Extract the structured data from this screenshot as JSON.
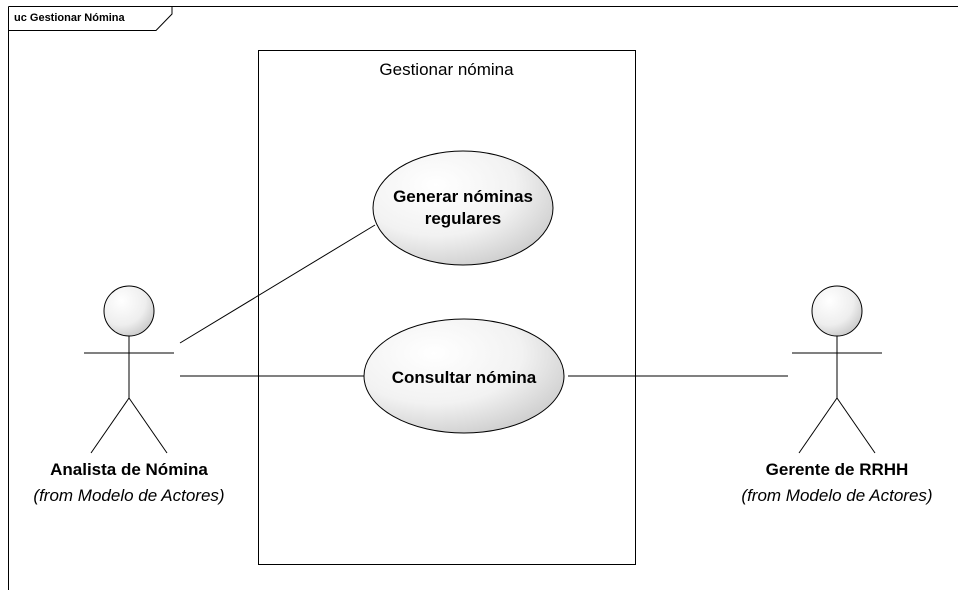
{
  "diagram": {
    "frame_label": "uc Gestionar Nómina",
    "system_boundary": {
      "title": "Gestionar nómina"
    },
    "use_cases": [
      {
        "id": "uc1",
        "label_line1": "Generar nóminas",
        "label_line2": "regulares"
      },
      {
        "id": "uc2",
        "label": "Consultar nómina"
      }
    ],
    "actors": [
      {
        "id": "a1",
        "name": "Analista de Nómina",
        "from": "(from Modelo de Actores)"
      },
      {
        "id": "a2",
        "name": "Gerente de RRHH",
        "from": "(from Modelo de Actores)"
      }
    ],
    "associations": [
      {
        "from": "a1",
        "to": "uc1"
      },
      {
        "from": "a1",
        "to": "uc2"
      },
      {
        "from": "a2",
        "to": "uc2"
      }
    ],
    "colors": {
      "line": "#000000",
      "fill_light": "#ffffff",
      "fill_shade": "#cfcfcf"
    }
  }
}
